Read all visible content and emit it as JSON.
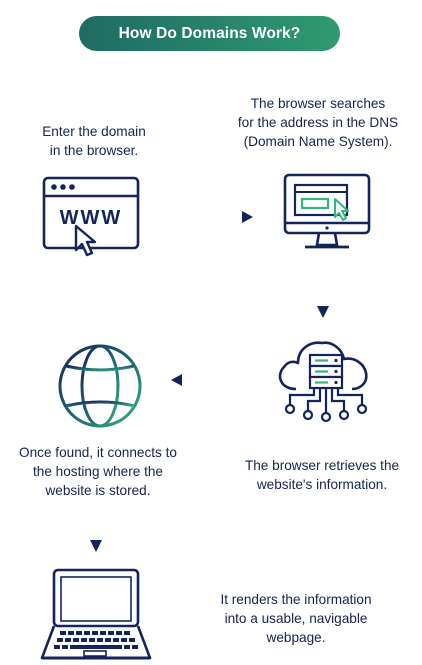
{
  "title": "How Do Domains Work?",
  "steps": [
    {
      "lines": [
        "Enter the domain",
        "in the browser."
      ]
    },
    {
      "lines": [
        "The browser searches",
        "for the address in the DNS",
        "(Domain Name System)."
      ]
    },
    {
      "lines": [
        "The browser retrieves the",
        "website's information."
      ]
    },
    {
      "lines": [
        "Once found, it connects to",
        "the hosting where the",
        "website is stored."
      ]
    },
    {
      "lines": [
        "It renders the information",
        "into a usable, navigable",
        "webpage."
      ]
    }
  ],
  "icons": {
    "www": "www-browser-icon",
    "dns": "monitor-search-icon",
    "cloud": "cloud-server-icon",
    "globe": "globe-icon",
    "laptop": "laptop-icon"
  },
  "www_text": "WWW",
  "colors": {
    "navy": "#14245a",
    "green": "#2fa073",
    "teal": "#1f6b63"
  }
}
